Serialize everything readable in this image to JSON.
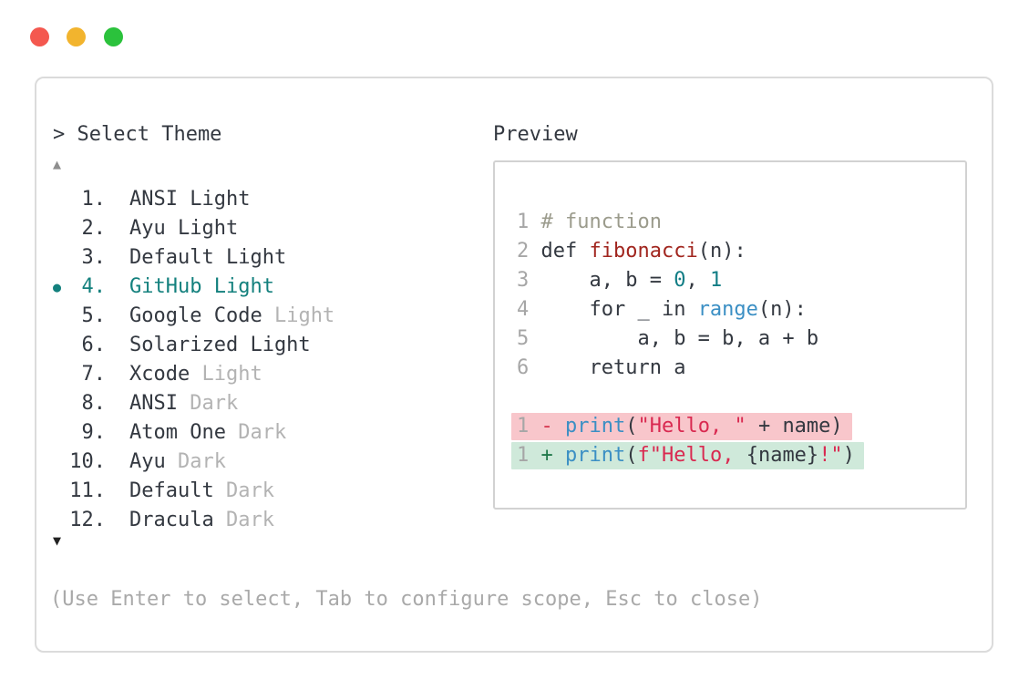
{
  "window": {
    "traffic_lights": [
      {
        "name": "close",
        "color": "#f4584f"
      },
      {
        "name": "minimize",
        "color": "#f2b42e"
      },
      {
        "name": "zoom",
        "color": "#2bc23c"
      }
    ]
  },
  "palette": {
    "accent": "#13807d",
    "dim": "#b3b3b3",
    "hint": "#a9a9a9",
    "line_number": "#a6a6a6",
    "scroll_up": "#8f8f8f",
    "scroll_down": "#222222",
    "diff_del_bg": "#f8c6cb",
    "diff_add_bg": "#cfe9da",
    "token_colors": {
      "p": "#333840",
      "cm": "#9b9b8c",
      "fn": "#a1261f",
      "num": "#117d85",
      "bi": "#3b8fc4",
      "str": "#d92950",
      "minus": "#d5364e",
      "plus": "#20784a"
    }
  },
  "selector": {
    "title": "> Select Theme",
    "bullet": "●",
    "scroll_up": "▲",
    "scroll_down": "▼",
    "items": [
      {
        "num": "1.",
        "name": "ANSI Light",
        "suffix": "",
        "selected": false
      },
      {
        "num": "2.",
        "name": "Ayu Light",
        "suffix": "",
        "selected": false
      },
      {
        "num": "3.",
        "name": "Default Light",
        "suffix": "",
        "selected": false
      },
      {
        "num": "4.",
        "name": "GitHub Light",
        "suffix": "",
        "selected": true
      },
      {
        "num": "5.",
        "name": "Google Code ",
        "suffix": "Light",
        "selected": false
      },
      {
        "num": "6.",
        "name": "Solarized Light",
        "suffix": "",
        "selected": false
      },
      {
        "num": "7.",
        "name": "Xcode ",
        "suffix": "Light",
        "selected": false
      },
      {
        "num": "8.",
        "name": "ANSI ",
        "suffix": "Dark",
        "selected": false
      },
      {
        "num": "9.",
        "name": "Atom One ",
        "suffix": "Dark",
        "selected": false
      },
      {
        "num": "10.",
        "name": "Ayu ",
        "suffix": "Dark",
        "selected": false
      },
      {
        "num": "11.",
        "name": "Default ",
        "suffix": "Dark",
        "selected": false
      },
      {
        "num": "12.",
        "name": "Dracula ",
        "suffix": "Dark",
        "selected": false
      }
    ],
    "hint": "(Use Enter to select, Tab to configure scope, Esc to close)"
  },
  "preview": {
    "label": "Preview",
    "code_lines": [
      {
        "num": "1",
        "tokens": [
          [
            "# function",
            "cm"
          ]
        ]
      },
      {
        "num": "2",
        "tokens": [
          [
            "def ",
            "p"
          ],
          [
            "fibonacci",
            "fn"
          ],
          [
            "(n):",
            "p"
          ]
        ]
      },
      {
        "num": "3",
        "tokens": [
          [
            "    a, b = ",
            "p"
          ],
          [
            "0",
            "num"
          ],
          [
            ", ",
            "p"
          ],
          [
            "1",
            "num"
          ]
        ]
      },
      {
        "num": "4",
        "tokens": [
          [
            "    for _ in ",
            "p"
          ],
          [
            "range",
            "bi"
          ],
          [
            "(n):",
            "p"
          ]
        ]
      },
      {
        "num": "5",
        "tokens": [
          [
            "        a, b = b, a + b",
            "p"
          ]
        ]
      },
      {
        "num": "6",
        "tokens": [
          [
            "    return a",
            "p"
          ]
        ]
      }
    ],
    "diff_lines": [
      {
        "num": "1",
        "sign": "-",
        "sign_color": "minus",
        "bg": "diff_del_bg",
        "tokens": [
          [
            "print",
            "bi"
          ],
          [
            "(",
            "p"
          ],
          [
            "\"Hello, \"",
            "str"
          ],
          [
            " + name)",
            "p"
          ]
        ]
      },
      {
        "num": "1",
        "sign": "+",
        "sign_color": "plus",
        "bg": "diff_add_bg",
        "tokens": [
          [
            "print",
            "bi"
          ],
          [
            "(",
            "p"
          ],
          [
            "f\"Hello, ",
            "str"
          ],
          [
            "{name}",
            "p"
          ],
          [
            "!\"",
            "str"
          ],
          [
            ")",
            "p"
          ]
        ]
      }
    ]
  }
}
